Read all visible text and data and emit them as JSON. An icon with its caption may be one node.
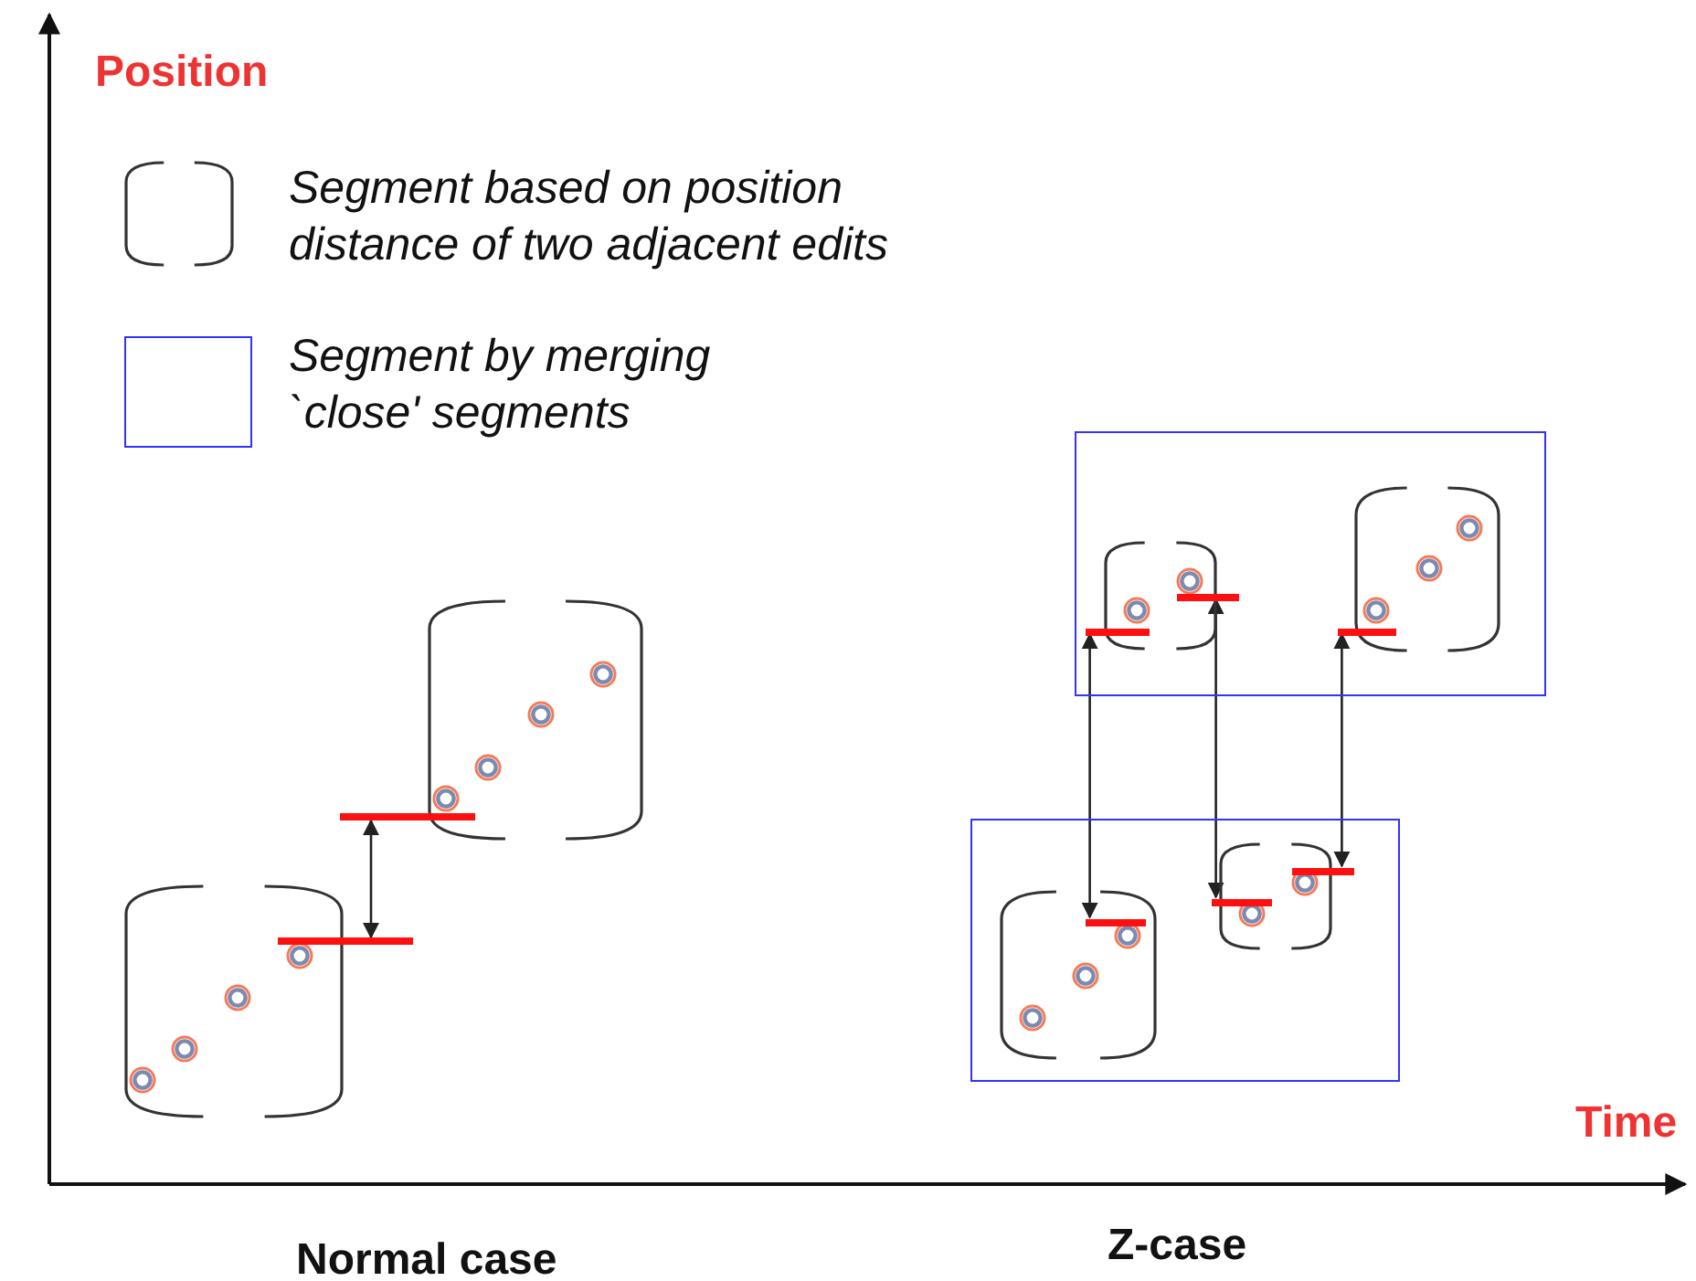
{
  "diagram": {
    "nodes": [
      {
        "text": [],
        "shape": "bracket"
      },
      {
        "text": [],
        "shape": "bracket"
      },
      {
        "text": [],
        "shape": "bar"
      },
      {
        "text": [],
        "shape": "bar"
      },
      {
        "text": [],
        "shape": "box"
      },
      {
        "text": [],
        "shape": "bracket",
        "in": 4
      },
      {
        "text": [],
        "shape": "bracket",
        "in": 4
      },
      {
        "text": [],
        "shape": "box"
      },
      {
        "text": [],
        "shape": "bracket",
        "in": 7
      },
      {
        "text": [],
        "shape": "bracket",
        "in": 7
      },
      {
        "text": [],
        "shape": "bar",
        "in": 4
      },
      {
        "text": [],
        "shape": "bar",
        "in": 4
      },
      {
        "text": [],
        "shape": "bar",
        "in": 4
      },
      {
        "text": [],
        "shape": "bar",
        "in": 8
      },
      {
        "text": [],
        "shape": "bar",
        "in": 7
      },
      {
        "text": [],
        "shape": "bar",
        "in": 7
      }
    ],
    "edges": [
      {
        "from": 2,
        "to": 3,
        "arrow": "both"
      },
      {
        "from": 10,
        "to": 13,
        "arrow": "both"
      },
      {
        "from": 11,
        "to": 14,
        "arrow": "both"
      },
      {
        "from": 12,
        "to": 15,
        "arrow": "both"
      }
    ],
    "labels": [
      "Position",
      "Time",
      "Normal case",
      "Z-case"
    ],
    "legend": [
      {
        "text": "Segment based on position distance of two adjacent edits"
      },
      {
        "text": "Segment by merging `close' segments"
      }
    ]
  }
}
